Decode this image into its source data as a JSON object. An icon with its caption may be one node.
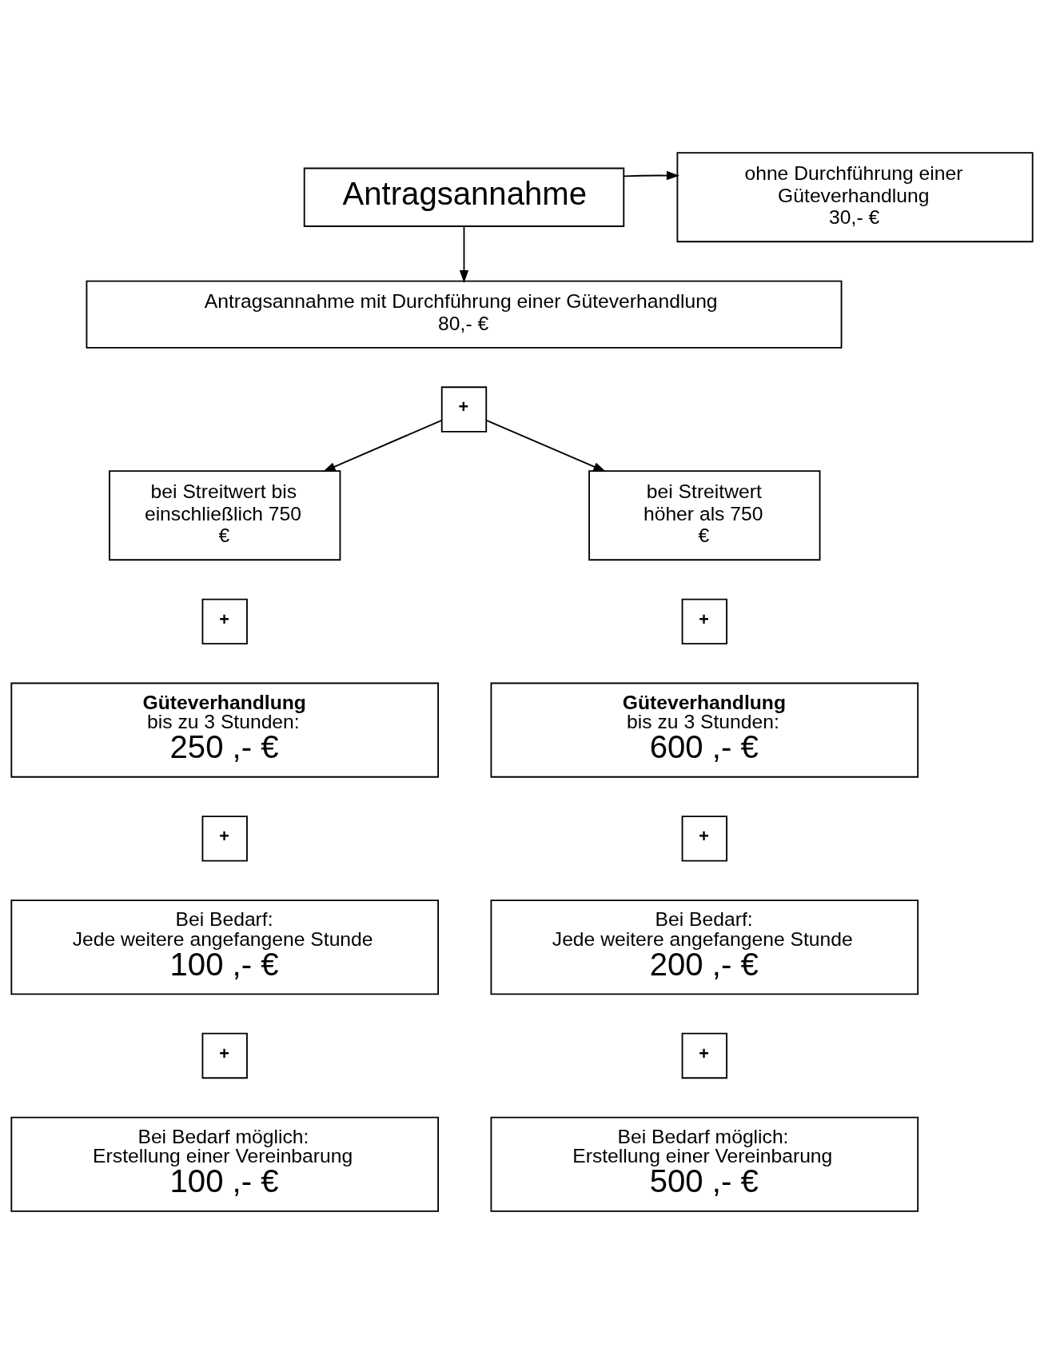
{
  "diagram": {
    "nodes": [
      {
        "text": [
          "Antragsannahme"
        ]
      },
      {
        "text": [
          "ohne Durchführung einer Güteverhandlung",
          "30,- €"
        ]
      },
      {
        "text": [
          "Antragsannahme mit Durchführung einer Güteverhandlung",
          "80,- €"
        ]
      },
      {
        "text": [
          "+"
        ]
      },
      {
        "text": [
          "bei Streitwert bis einschließlich 750 €"
        ]
      },
      {
        "text": [
          "bei Streitwert höher als 750 €"
        ]
      },
      {
        "text": [
          "+"
        ]
      },
      {
        "text": [
          "+"
        ]
      },
      {
        "text": [
          "Güteverhandlung",
          "bis zu 3 Stunden:",
          "250 ,- €"
        ]
      },
      {
        "text": [
          "Güteverhandlung",
          "bis zu 3 Stunden:",
          "600 ,- €"
        ]
      },
      {
        "text": [
          "+"
        ]
      },
      {
        "text": [
          "+"
        ]
      },
      {
        "text": [
          "Bei Bedarf:",
          "Jede weitere angefangene Stunde",
          "100 ,- €"
        ]
      },
      {
        "text": [
          "Bei Bedarf:",
          "Jede weitere angefangene Stunde",
          "200 ,- €"
        ]
      },
      {
        "text": [
          "+"
        ]
      },
      {
        "text": [
          "+"
        ]
      },
      {
        "text": [
          "Bei Bedarf möglich:",
          "Erstellung einer Vereinbarung",
          "100 ,- €"
        ]
      },
      {
        "text": [
          "Bei Bedarf möglich:",
          "Erstellung einer Vereinbarung",
          "500 ,- €"
        ]
      }
    ],
    "edges": [
      {
        "from": 0,
        "to": 1,
        "arrow": "to"
      },
      {
        "from": 0,
        "to": 2,
        "arrow": "to"
      },
      {
        "from": 3,
        "to": 4,
        "arrow": "to"
      },
      {
        "from": 3,
        "to": 5,
        "arrow": "to"
      }
    ]
  }
}
